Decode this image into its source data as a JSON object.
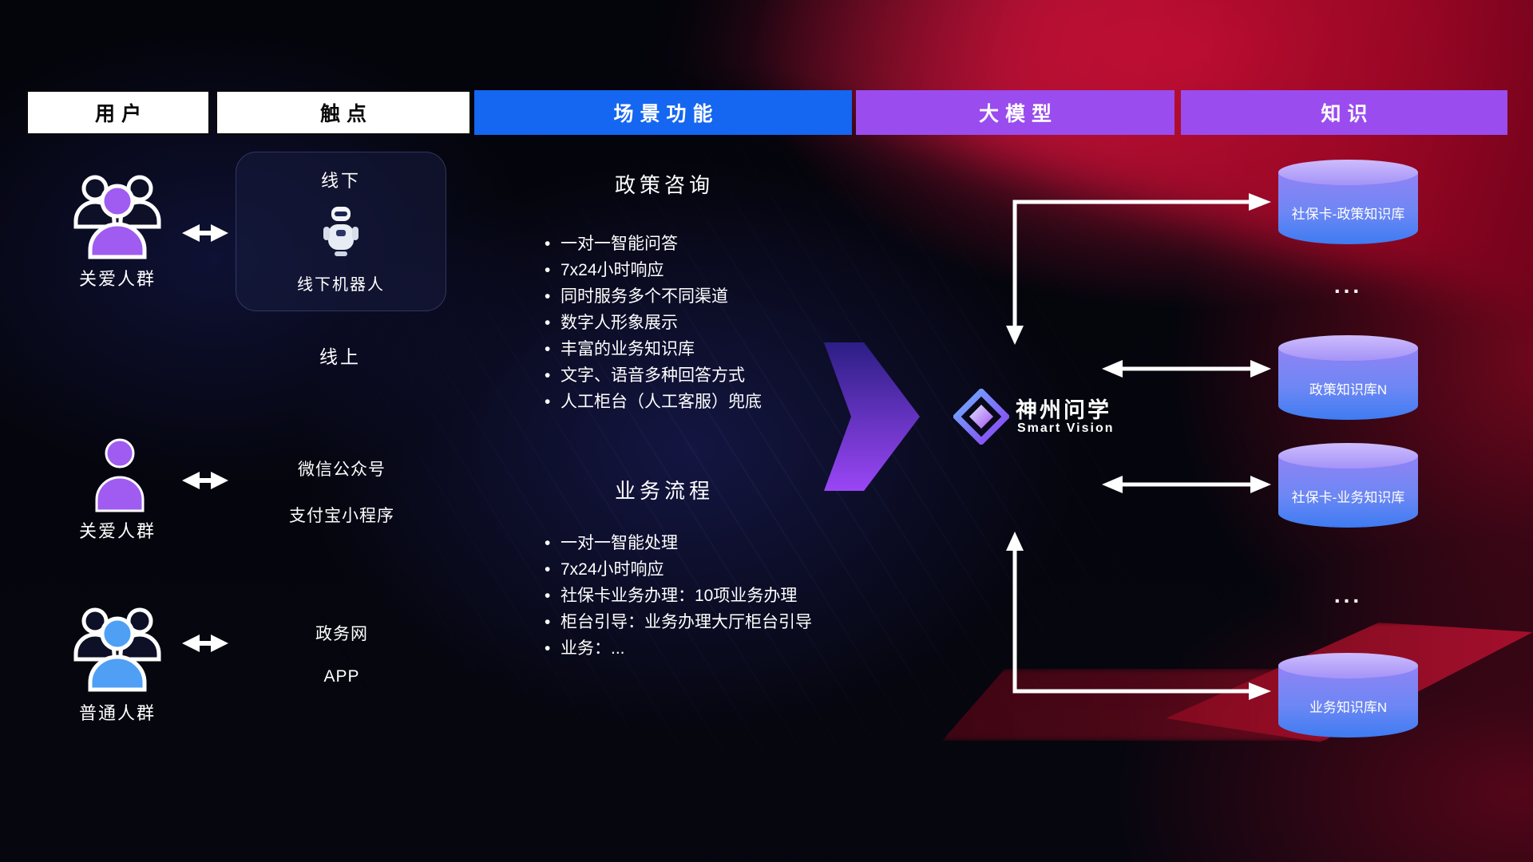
{
  "header": {
    "columns": [
      "用户",
      "触点",
      "场景功能",
      "大模型",
      "知识"
    ]
  },
  "users": {
    "items": [
      {
        "label": "关爱人群",
        "icon": "group-people-purple-icon"
      },
      {
        "label": "关爱人群",
        "icon": "single-person-purple-icon"
      },
      {
        "label": "普通人群",
        "icon": "group-people-blue-icon"
      }
    ]
  },
  "touchpoints": {
    "offline": {
      "title": "线下",
      "icon": "robot-icon",
      "robot_label": "线下机器人"
    },
    "online_title": "线上",
    "channels": [
      "微信公众号",
      "支付宝小程序",
      "政务网",
      "APP"
    ]
  },
  "scenarios": {
    "sections": [
      {
        "title": "政策咨询",
        "items": [
          "一对一智能问答",
          "7x24小时响应",
          "同时服务多个不同渠道",
          "数字人形象展示",
          "丰富的业务知识库",
          "文字、语音多种回答方式",
          "人工柜台（人工客服）兜底"
        ]
      },
      {
        "title": "业务流程",
        "items": [
          "一对一智能处理",
          "7x24小时响应",
          "社保卡业务办理：10项业务办理",
          "柜台引导：业务办理大厅柜台引导",
          "业务：..."
        ]
      }
    ]
  },
  "model": {
    "icon": "diamond-logo-icon",
    "name": "神州问学",
    "subtitle": "Smart Vision"
  },
  "knowledge": {
    "databases": [
      "社保卡-政策知识库",
      "政策知识库N",
      "社保卡-业务知识库",
      "业务知识库N"
    ],
    "ellipsis": "...",
    "icon": "database-cylinder-icon"
  },
  "colors": {
    "header_blue": "#1566f0",
    "header_purple": "#9a4cee",
    "cylinder_top": "#cdbcfc",
    "cylinder_bottom": "#3e7cf2",
    "background_red": "#c81238",
    "big_arrow_purple": "#9a46f5",
    "arrow_white": "#ffffff"
  }
}
